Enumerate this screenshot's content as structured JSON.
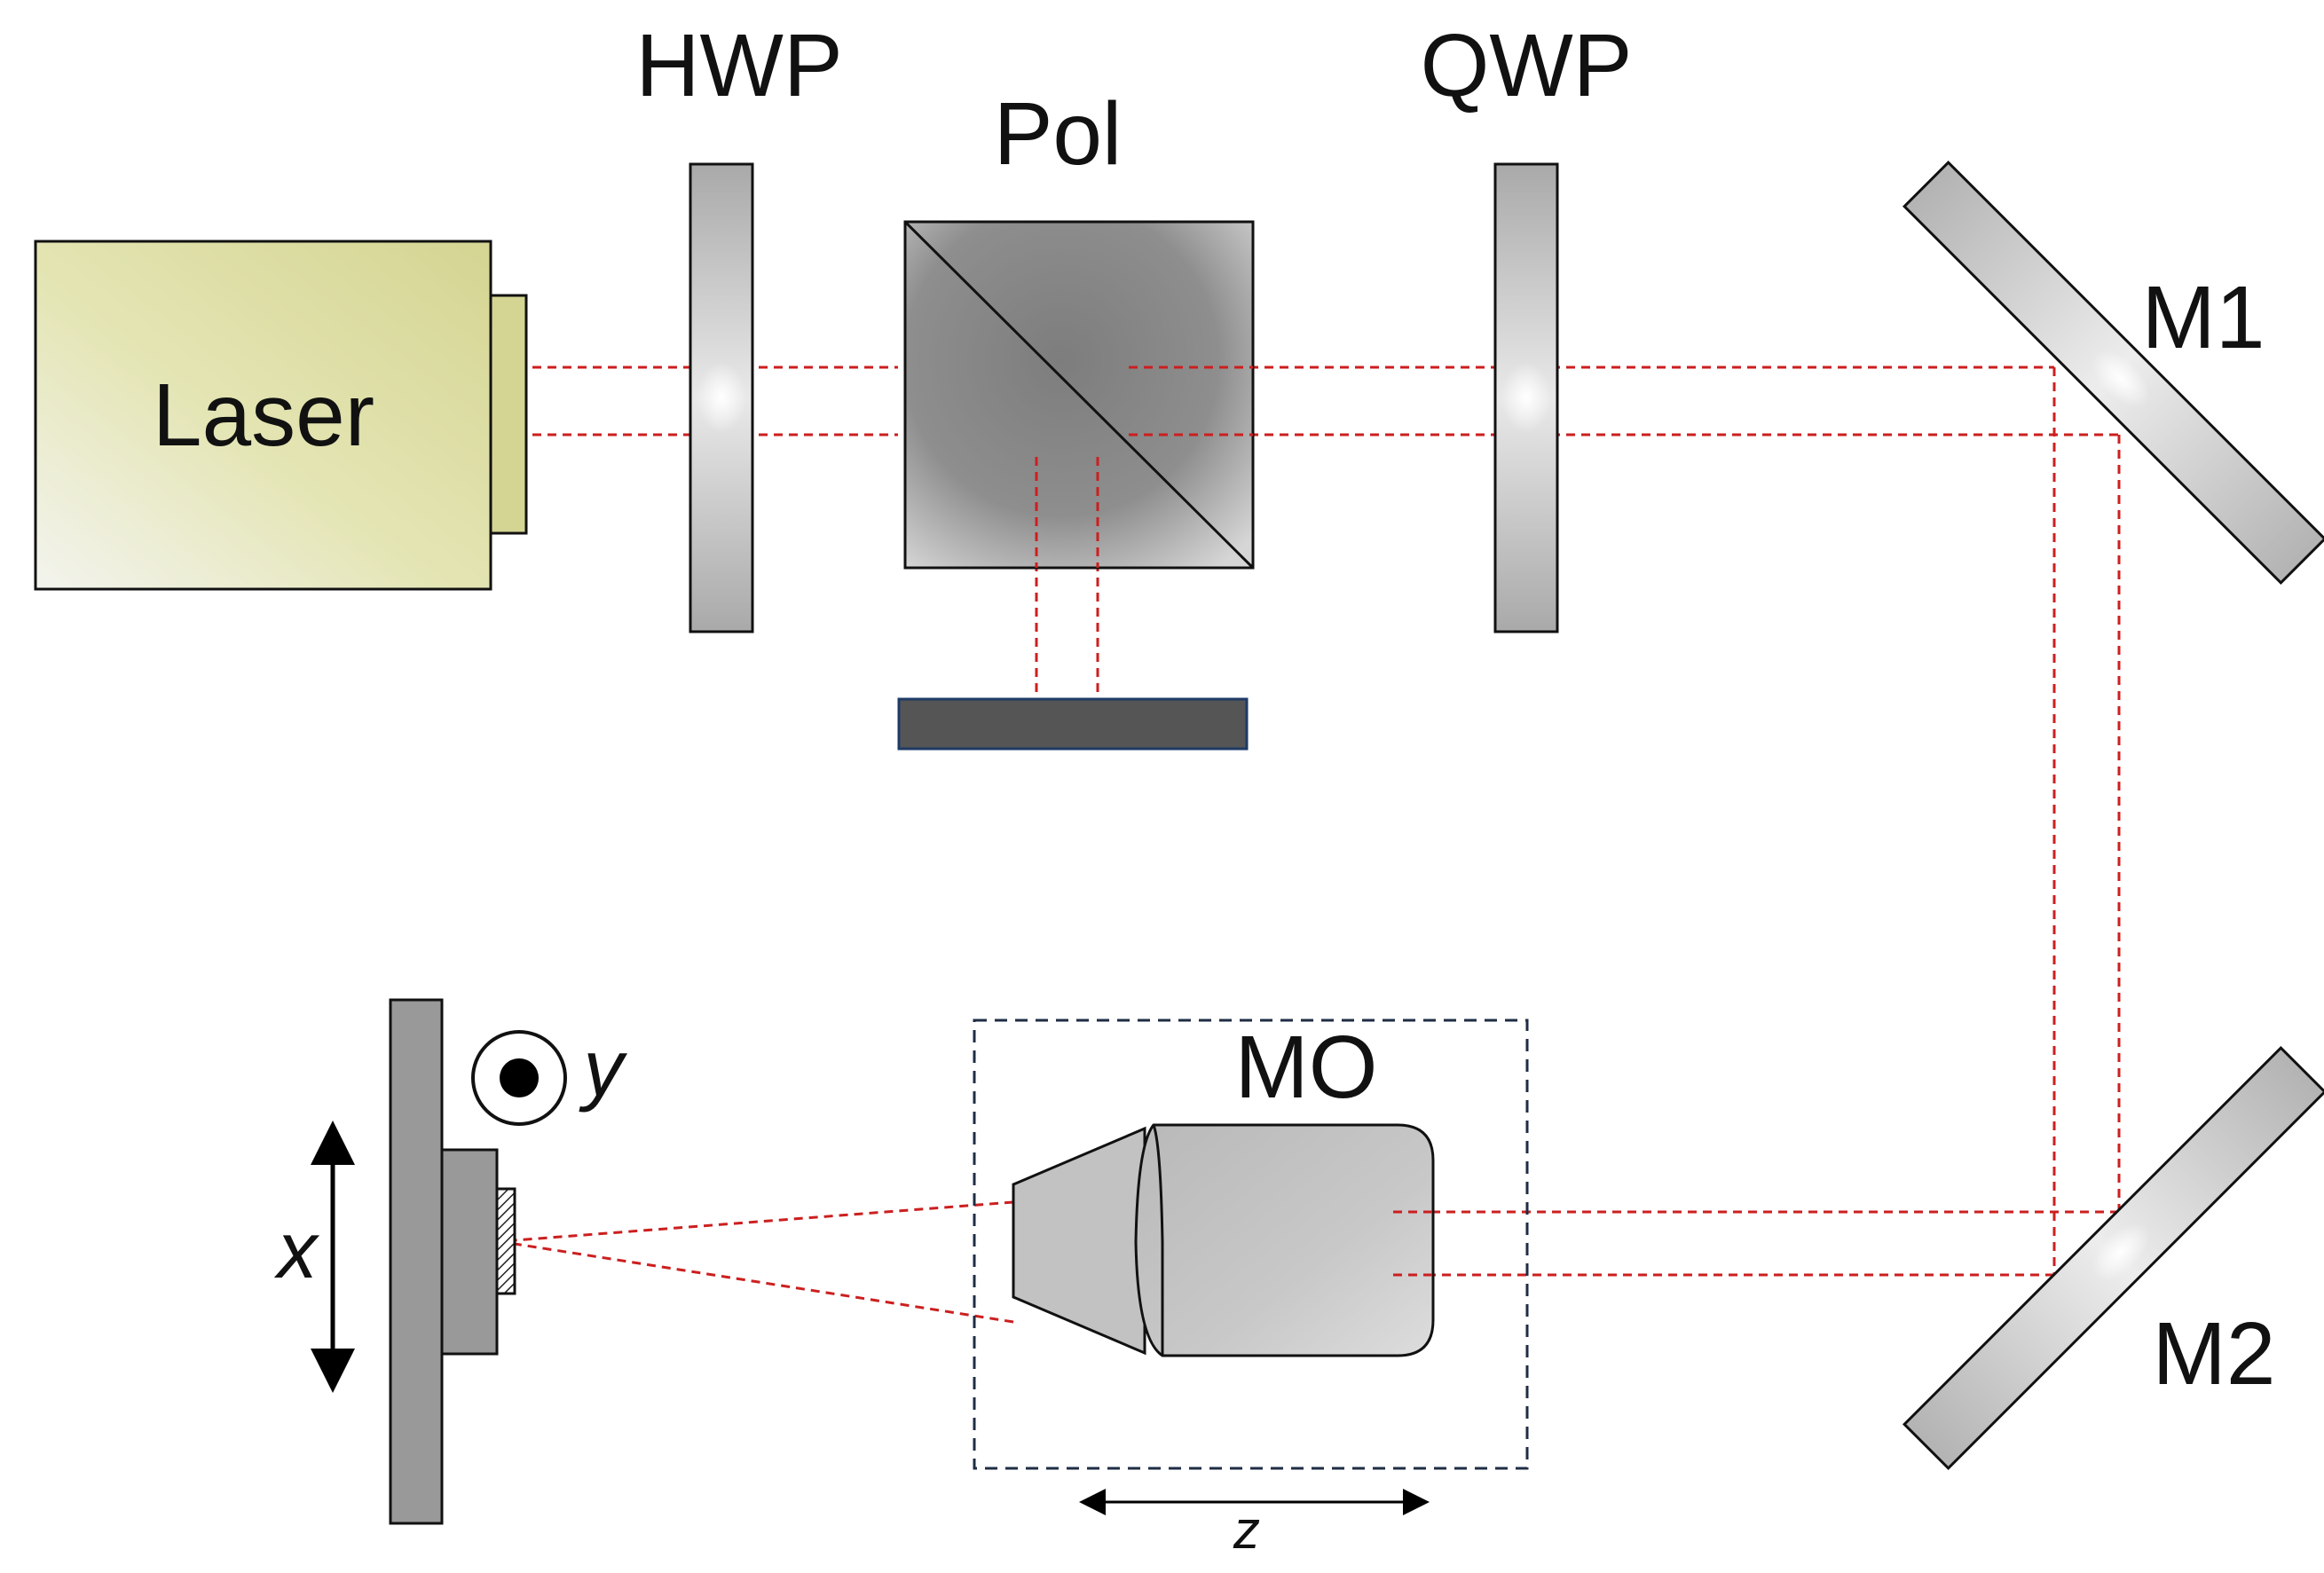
{
  "labels": {
    "laser": "Laser",
    "hwp": "HWP",
    "pol": "Pol",
    "qwp": "QWP",
    "m1": "M1",
    "m2": "M2",
    "mo": "MO",
    "x_axis": "x",
    "y_axis": "y",
    "z_axis": "z"
  },
  "colors": {
    "beam": "#cc1f1f",
    "laser_body": "#d4d592",
    "beam_dump": "#555555",
    "stage": "#999999",
    "zone_border": "#1f2d45"
  }
}
